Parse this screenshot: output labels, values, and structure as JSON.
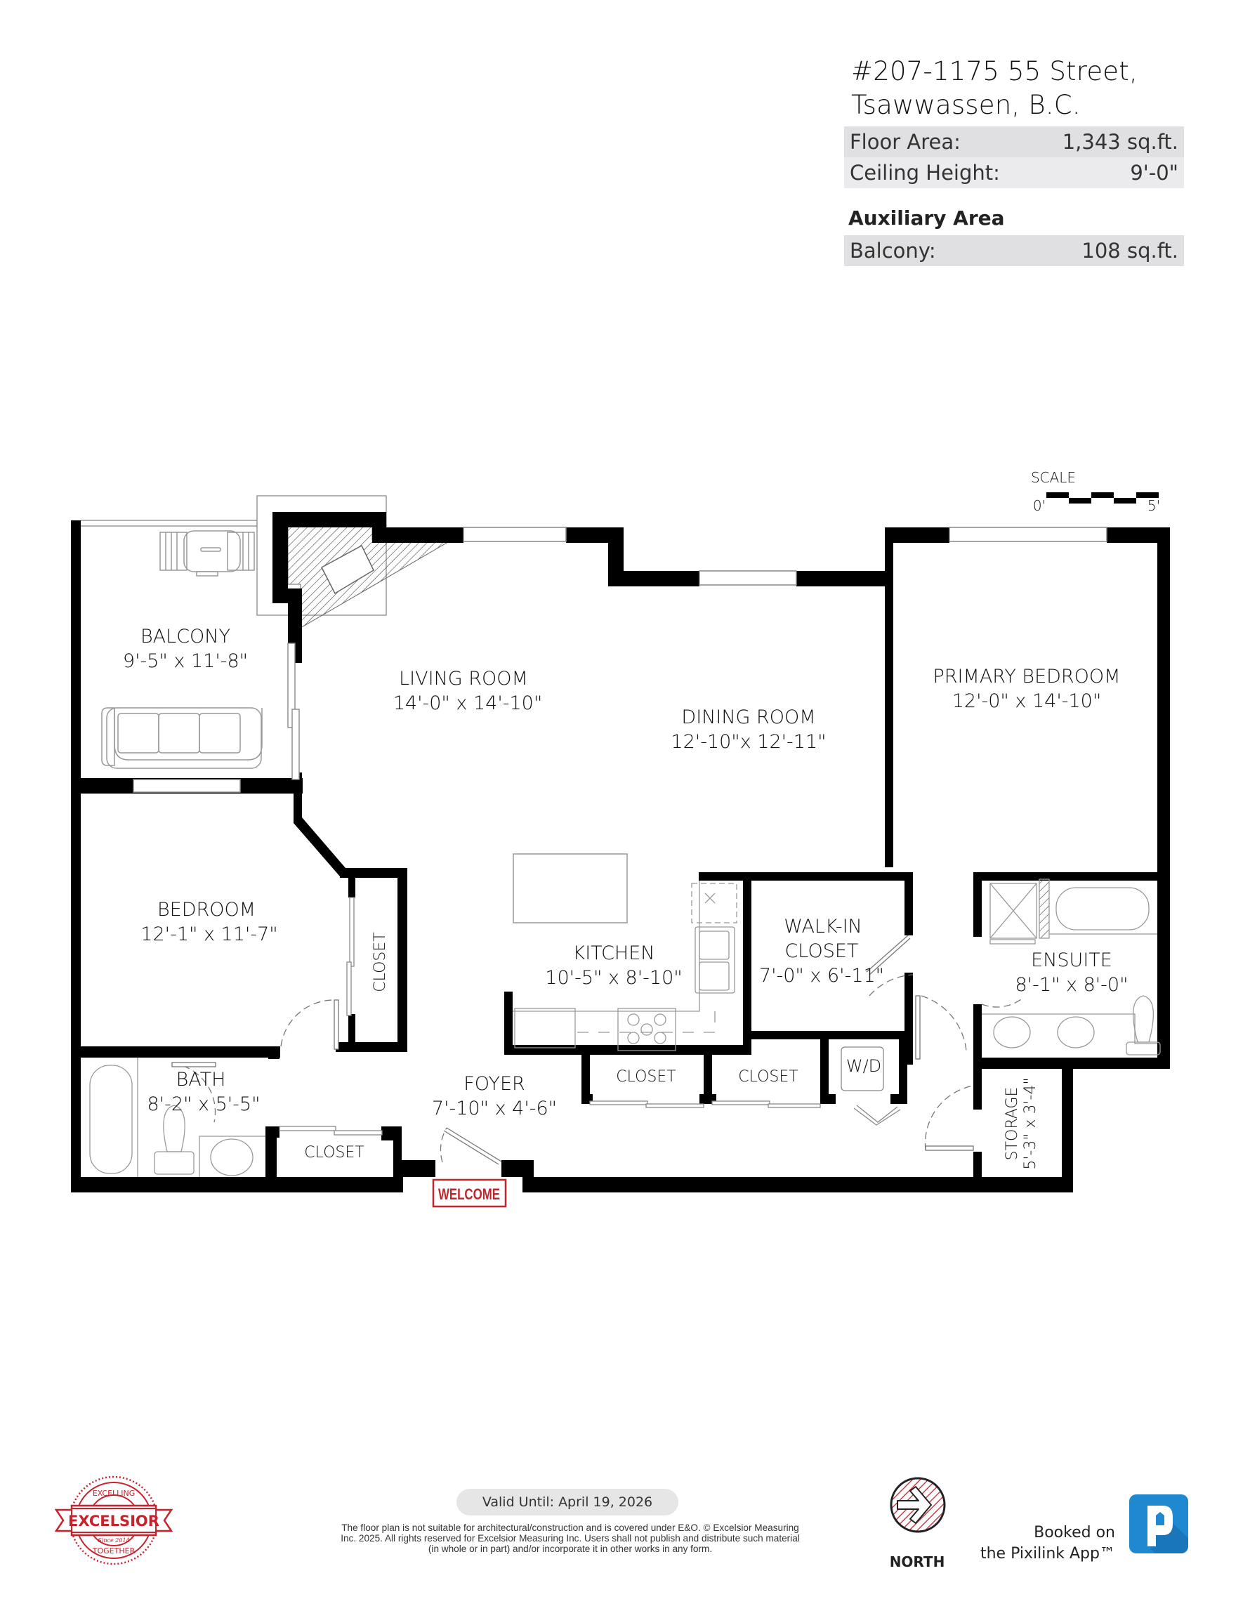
{
  "property": {
    "address_line1": "#207-1175 55 Street,",
    "address_line2": "Tsawwassen, B.C.",
    "floor_area_label": "Floor Area:",
    "floor_area_value": "1,343 sq.ft.",
    "ceiling_height_label": "Ceiling Height:",
    "ceiling_height_value": "9'-0\"",
    "auxiliary_title": "Auxiliary Area",
    "balcony_label": "Balcony:",
    "balcony_value": "108 sq.ft."
  },
  "scale": {
    "title": "SCALE",
    "start": "0'",
    "end": "5'"
  },
  "rooms": {
    "balcony": {
      "name": "BALCONY",
      "dims": "9'-5\"  x  11'-8\""
    },
    "living": {
      "name": "LIVING ROOM",
      "dims": "14'-0\" x 14'-10\""
    },
    "dining": {
      "name": "DINING ROOM",
      "dims": "12'-10\"x  12'-11\""
    },
    "primary": {
      "name": "PRIMARY BEDROOM",
      "dims": "12'-0\" x 14'-10\""
    },
    "bedroom": {
      "name": "BEDROOM",
      "dims": "12'-1\"  x  11'-7\""
    },
    "bedroom_closet": {
      "name": "CLOSET"
    },
    "kitchen": {
      "name": "KITCHEN",
      "dims": "10'-5\" x  8'-10\""
    },
    "walkin_line1": {
      "name": "WALK-IN"
    },
    "walkin": {
      "name": "CLOSET",
      "dims": "7'-0\"  x  6'-11\""
    },
    "ensuite": {
      "name": "ENSUITE",
      "dims": "8'-1\"  x  8'-0\""
    },
    "bath": {
      "name": "BATH",
      "dims": "8'-2\"  x  5'-5\""
    },
    "foyer": {
      "name": "FOYER",
      "dims": "7'-10\"  x  4'-6\""
    },
    "closet_foyer_left": {
      "name": "CLOSET"
    },
    "closet_foyer_mid": {
      "name": "CLOSET"
    },
    "closet_foyer_right": {
      "name": "CLOSET"
    },
    "laundry": {
      "name": "W/D"
    },
    "storage": {
      "name": "STORAGE",
      "dims": "5'-3\"  x  3'-4\""
    }
  },
  "entry_mat": {
    "text": "WELCOME",
    "color": "#c0272d"
  },
  "footer": {
    "valid_until": "Valid Until: April 19, 2026",
    "disclaimer": "The floor plan is not suitable for architectural/construction and is covered under E&O. © Excelsior Measuring Inc. 2025. All rights reserved for Excelsior Measuring Inc. Users shall not publish and distribute such material (in whole or in part) and/or incorporate it in other works in any form.",
    "logo": {
      "top": "EXCELLING",
      "center": "EXCELSIOR",
      "since": "Since 2014",
      "bottom": "TOGETHER",
      "color": "#c8232c"
    },
    "north_label": "NORTH",
    "booked_line1": "Booked on",
    "booked_line2": "the Pixilink App™",
    "app_icon_letter": "p",
    "app_icon_color": "#1e88d0"
  },
  "colors": {
    "wall": "#000000",
    "fixture_line": "#888888",
    "table_row_a": "#e0e0e2",
    "table_row_b": "#ebebed",
    "accent_red": "#c0272d"
  }
}
